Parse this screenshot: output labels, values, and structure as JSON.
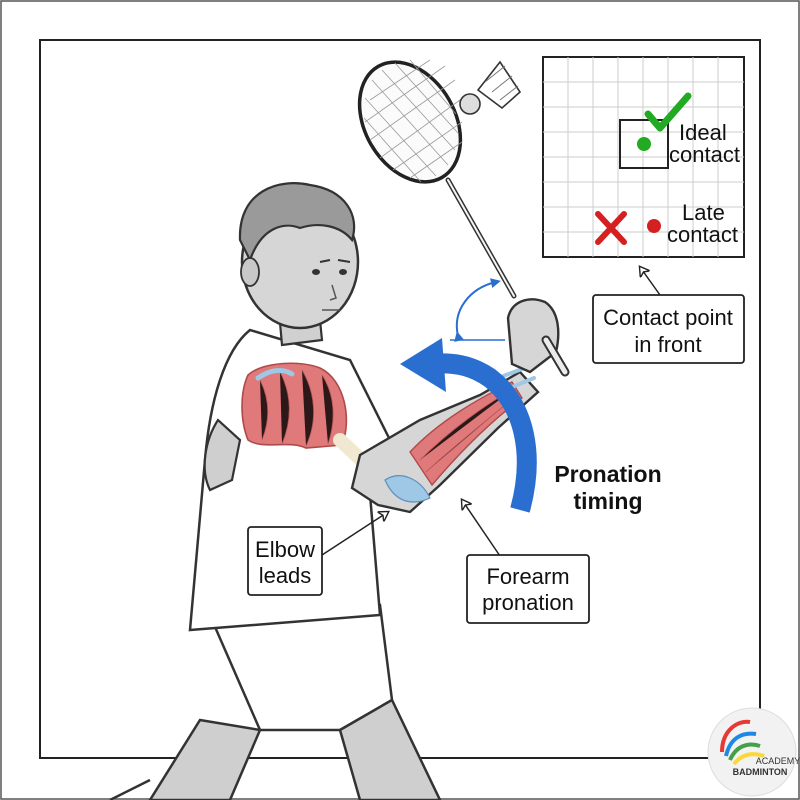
{
  "labels": {
    "ideal_line1": "Ideal",
    "ideal_line2": "contact",
    "late_line1": "Late",
    "late_line2": "contact",
    "contact_line1": "Contact point",
    "contact_line2": "in front",
    "pronation_timing_line1": "Pronation",
    "pronation_timing_line2": "timing",
    "elbow_line1": "Elbow",
    "elbow_line2": "leads",
    "forearm_line1": "Forearm",
    "forearm_line2": "pronation"
  },
  "logo": {
    "line1": "ACADEMY",
    "line2": "BADMINTON"
  },
  "colors": {
    "ideal_marker": "#22aa22",
    "late_marker": "#d42020",
    "arrow": "#2a6fd0",
    "muscle": "#e07a7a",
    "tendon": "#9ec8e6"
  },
  "icons": {
    "check": "check-icon",
    "cross": "cross-icon",
    "shuttlecock": "shuttlecock-icon"
  }
}
